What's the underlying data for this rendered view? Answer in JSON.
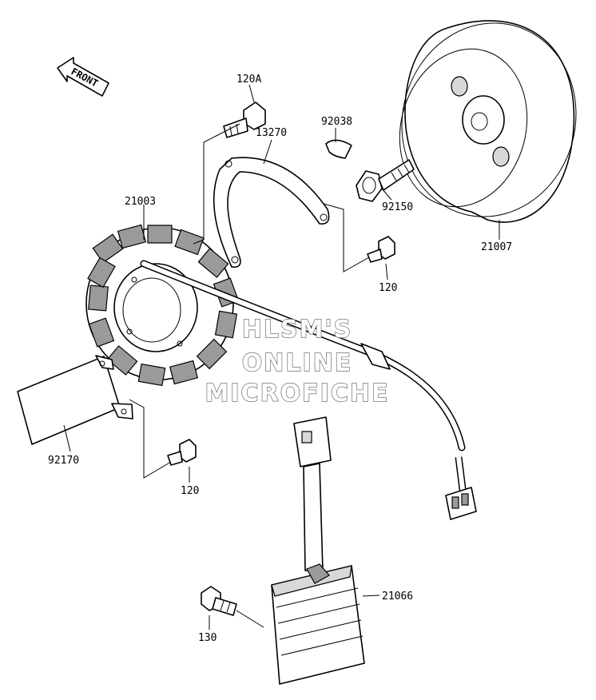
{
  "front_arrow": {
    "text": "FRONT"
  },
  "watermark": {
    "lines": [
      "HLSM'S",
      "ONLINE",
      "MICROFICHE"
    ]
  },
  "parts": [
    {
      "id": "bolt-120a",
      "label": "120A"
    },
    {
      "id": "gasket-13270",
      "label": "13270"
    },
    {
      "id": "key-92038",
      "label": "92038"
    },
    {
      "id": "stator-21003",
      "label": "21003"
    },
    {
      "id": "bolt-92150",
      "label": "92150"
    },
    {
      "id": "rotor-21007",
      "label": "21007"
    },
    {
      "id": "bolt-120-right",
      "label": "120"
    },
    {
      "id": "cover-92170",
      "label": "92170"
    },
    {
      "id": "bolt-120-left",
      "label": "120"
    },
    {
      "id": "regulator-21066",
      "label": "21066"
    },
    {
      "id": "bolt-130",
      "label": "130"
    }
  ]
}
